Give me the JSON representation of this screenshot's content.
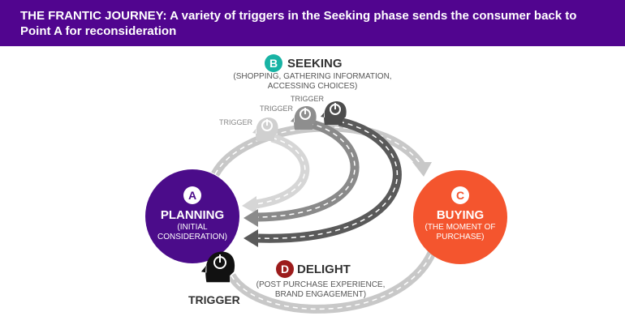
{
  "header": {
    "title": "THE FRANTIC JOURNEY: A variety of triggers in the Seeking phase sends the consumer back to Point A for reconsideration"
  },
  "stages": {
    "a": {
      "letter": "A",
      "label": "PLANNING",
      "sub1": "(INITIAL",
      "sub2": "CONSIDERATION)",
      "color": "#4b0c8a"
    },
    "b": {
      "letter": "B",
      "label": "SEEKING",
      "sub1": "(SHOPPING, GATHERING INFORMATION,",
      "sub2": "ACCESSING CHOICES)",
      "color": "#18b3a4"
    },
    "c": {
      "letter": "C",
      "label": "BUYING",
      "sub1": "(THE MOMENT OF",
      "sub2": "PURCHASE)",
      "color": "#f4552e"
    },
    "d": {
      "letter": "D",
      "label": "DELIGHT",
      "sub1": "(POST PURCHASE EXPERIENCE,",
      "sub2": "BRAND ENGAGEMENT)",
      "color": "#9c1b1b"
    }
  },
  "triggers": [
    "TRIGGER",
    "TRIGGER",
    "TRIGGER",
    "TRIGGER"
  ]
}
